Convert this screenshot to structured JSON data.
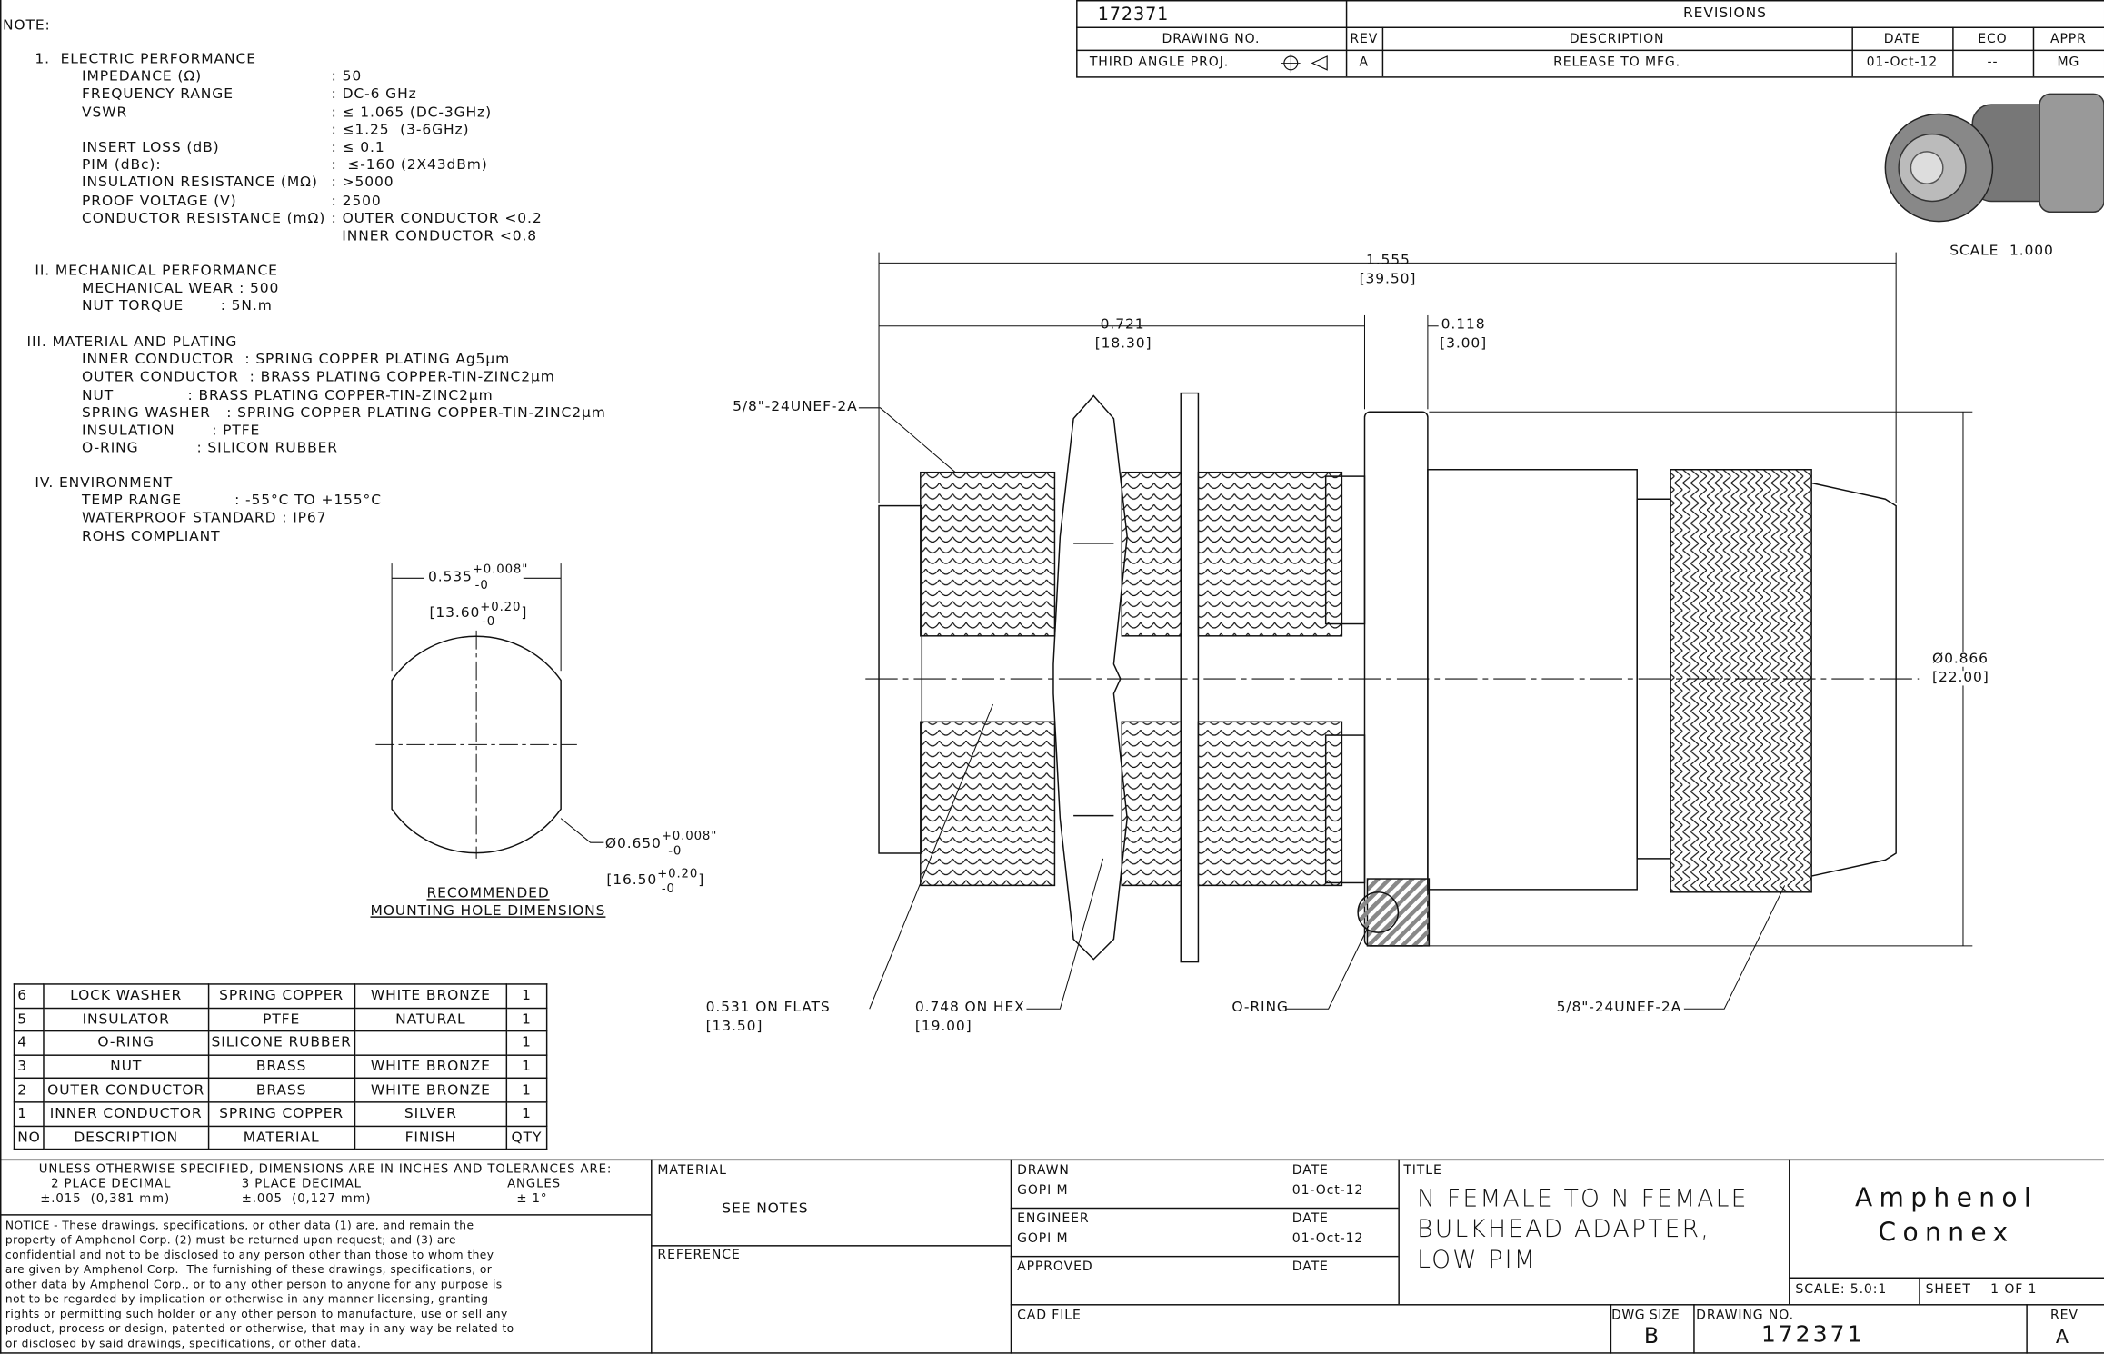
{
  "notes": {
    "heading": "NOTE:",
    "sections": [
      {
        "title": "1.  ELECTRIC PERFORMANCE",
        "lines": [
          [
            "IMPEDANCE (Ω)",
            ": 50"
          ],
          [
            "FREQUENCY RANGE",
            ": DC-6 GHz"
          ],
          [
            "VSWR",
            ": ≤ 1.065 (DC-3GHz)"
          ],
          [
            "",
            ": ≤1.25  (3-6GHz)"
          ],
          [
            "INSERT LOSS (dB)",
            ": ≤ 0.1"
          ],
          [
            "PIM (dBc):",
            ":  ≤-160 (2X43dBm)"
          ],
          [
            "INSULATION RESISTANCE (MΩ)",
            ": >5000"
          ],
          [
            "PROOF VOLTAGE (V)",
            ": 2500"
          ],
          [
            "CONDUCTOR RESISTANCE (mΩ)",
            ": OUTER CONDUCTOR <0.2"
          ],
          [
            "",
            "  INNER CONDUCTOR <0.8"
          ]
        ]
      },
      {
        "title": "II. MECHANICAL PERFORMANCE",
        "lines": [
          [
            "MECHANICAL WEAR : 500",
            ""
          ],
          [
            "NUT TORQUE       : 5N.m",
            ""
          ]
        ]
      },
      {
        "title": "III. MATERIAL AND PLATING",
        "lines": [
          [
            "INNER CONDUCTOR  : SPRING COPPER PLATING Ag5μm",
            ""
          ],
          [
            "OUTER CONDUCTOR  : BRASS PLATING COPPER-TIN-ZINC2μm",
            ""
          ],
          [
            "NUT              : BRASS PLATING COPPER-TIN-ZINC2μm",
            ""
          ],
          [
            "SPRING WASHER   : SPRING COPPER PLATING COPPER-TIN-ZINC2μm",
            ""
          ],
          [
            "INSULATION       : PTFE",
            ""
          ],
          [
            "O-RING           : SILICON RUBBER",
            ""
          ]
        ]
      },
      {
        "title": "IV. ENVIRONMENT",
        "lines": [
          [
            "TEMP RANGE          : -55°C TO +155°C",
            ""
          ],
          [
            "WATERPROOF STANDARD : IP67",
            ""
          ],
          [
            "ROHS COMPLIANT",
            ""
          ]
        ]
      }
    ]
  },
  "mounting_hole": {
    "flats_dim": "0.535",
    "flats_tol_plus": "+0.008\"",
    "flats_tol_minus": "-0",
    "flats_mm": "[13.60",
    "flats_mm_plus": "+0.20",
    "flats_mm_minus": "-0",
    "flats_mm_close": "]",
    "dia_dim": "Ø0.650",
    "dia_tol_plus": "+0.008\"",
    "dia_tol_minus": "-0",
    "dia_mm": "[16.50",
    "dia_mm_plus": "+0.20",
    "dia_mm_minus": "-0",
    "dia_mm_close": "]",
    "caption1": "RECOMMENDED",
    "caption2": "MOUNTING HOLE DIMENSIONS"
  },
  "bom": {
    "headers": [
      "NO",
      "DESCRIPTION",
      "MATERIAL",
      "FINISH",
      "QTY"
    ],
    "rows": [
      [
        "6",
        "LOCK WASHER",
        "SPRING COPPER",
        "WHITE BRONZE",
        "1"
      ],
      [
        "5",
        "INSULATOR",
        "PTFE",
        "NATURAL",
        "1"
      ],
      [
        "4",
        "O-RING",
        "SILICONE RUBBER",
        "",
        "1"
      ],
      [
        "3",
        "NUT",
        "BRASS",
        "WHITE BRONZE",
        "1"
      ],
      [
        "2",
        "OUTER CONDUCTOR",
        "BRASS",
        "WHITE BRONZE",
        "1"
      ],
      [
        "1",
        "INNER CONDUCTOR",
        "SPRING COPPER",
        "SILVER",
        "1"
      ]
    ]
  },
  "revisions": {
    "drawing_no": "172371",
    "title": "REVISIONS",
    "drawing_no_label": "DRAWING NO.",
    "projection": "THIRD ANGLE PROJ.",
    "headers": [
      "REV",
      "DESCRIPTION",
      "DATE",
      "ECO",
      "APPR"
    ],
    "row": [
      "A",
      "RELEASE TO MFG.",
      "01-Oct-12",
      "--",
      "MG"
    ]
  },
  "photo_scale": "SCALE  1.000",
  "dims": {
    "overall": "1.555",
    "overall_mm": "[39.50]",
    "d721": "0.721",
    "d721_mm": "[18.30]",
    "d118": "0.118",
    "d118_mm": "[3.00]",
    "dia866": "Ø0.866",
    "dia866_mm": "[22.00]",
    "thread_left": "5/8\"-24UNEF-2A",
    "thread_right": "5/8\"-24UNEF-2A",
    "flats": "0.531 ON FLATS",
    "flats_mm": "[13.50]",
    "hex": "0.748 ON HEX",
    "hex_mm": "[19.00]",
    "oring": "O-RING"
  },
  "title_block": {
    "tolerance_header": "UNLESS OTHERWISE SPECIFIED, DIMENSIONS ARE IN INCHES AND TOLERANCES ARE:",
    "tol_2place_label": "2 PLACE DECIMAL",
    "tol_2place": "±.015  (0,381 mm)",
    "tol_3place_label": "3 PLACE DECIMAL",
    "tol_3place": "±.005  (0,127 mm)",
    "tol_angle_label": "ANGLES",
    "tol_angle": "± 1°",
    "notice": "NOTICE - These drawings, specifications, or other data (1) are, and remain the\nproperty of Amphenol Corp. (2) must be returned upon request; and (3) are\nconfidential and not to be disclosed to any person other than those to whom they\nare given by Amphenol Corp.  The furnishing of these drawings, specifications, or\nother data by Amphenol Corp., or to any other person to anyone for any purpose is\nnot to be regarded by implication or otherwise in any manner licensing, granting\nrights or permitting such holder or any other person to manufacture, use or sell any\nproduct, process or design, patented or otherwise, that may in any way be related to\nor disclosed by said drawings, specifications, or other data.",
    "material_label": "MATERIAL",
    "material": "SEE NOTES",
    "reference_label": "REFERENCE",
    "drawn_label": "DRAWN",
    "drawn": "GOPI M",
    "drawn_date_label": "DATE",
    "drawn_date": "01-Oct-12",
    "engineer_label": "ENGINEER",
    "engineer": "GOPI M",
    "engineer_date_label": "DATE",
    "engineer_date": "01-Oct-12",
    "approved_label": "APPROVED",
    "approved_date_label": "DATE",
    "title_label": "TITLE",
    "title": "N FEMALE TO N FEMALE\nBULKHEAD ADAPTER,\nLOW PIM",
    "company1": "Amphenol",
    "company2": "Connex",
    "scale": "SCALE: 5.0:1",
    "sheet": "SHEET    1 OF 1",
    "cad_file_label": "CAD FILE",
    "dwg_size_label": "DWG SIZE",
    "dwg_size": "B",
    "drawing_no_label": "DRAWING NO.",
    "drawing_no": "172371",
    "rev_label": "REV",
    "rev": "A"
  }
}
